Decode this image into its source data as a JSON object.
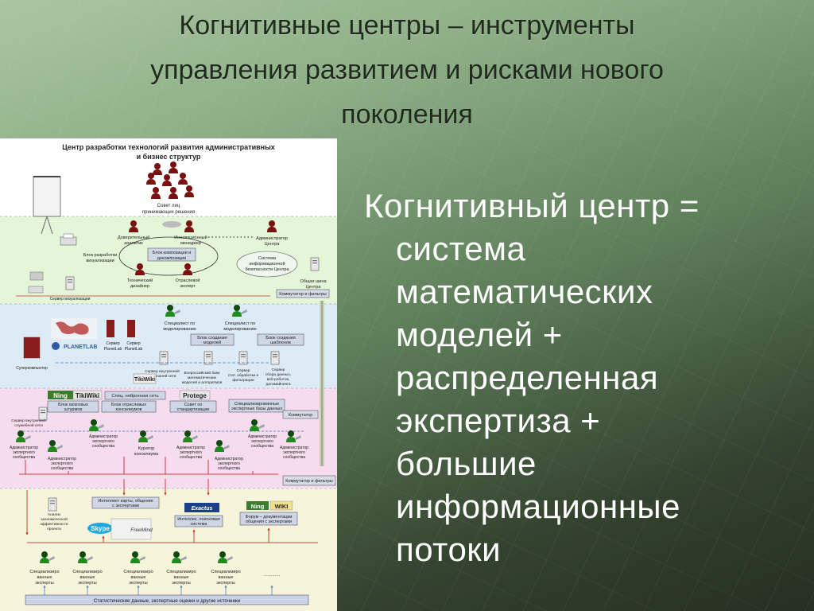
{
  "title": {
    "line1": "Когнитивные центры – инструменты",
    "line2": "управления развитием и рисками нового",
    "line3": "поколения"
  },
  "definition": {
    "lead": "Когнитивный центр =",
    "lines": [
      "система",
      "математических",
      "моделей +",
      "распределенная",
      "экспертиза +",
      "большие",
      "информационные",
      "потоки"
    ]
  },
  "diagram": {
    "header1": "Центр разработки технологий развития административных",
    "header2": "и бизнес структур",
    "council1": "Совет лиц",
    "council2": "принимающих решения",
    "trusted1": "Доверительный",
    "trusted2": "аналитик",
    "innov1": "Инновационный",
    "innov2": "менеджер",
    "compose1": "Блок композиции и",
    "compose2": "декомпозиции",
    "admin1": "Администратор",
    "admin2": "Центра",
    "security1": "Система",
    "security2": "информационной",
    "security3": "безопасности Центра",
    "vis1": "Блок разработки",
    "vis2": "визуализации",
    "tech1": "Технический",
    "tech2": "дизайнер",
    "industry1": "Отраслевой",
    "industry2": "эксперт",
    "server_vis": "Сервер визуализации",
    "bus1": "Общая шина",
    "bus2": "Центра",
    "switch": "Коммутатор и фильтры",
    "modeling1": "Специалист по",
    "modeling2": "моделированию",
    "model_block1": "Блок создания",
    "model_block2": "моделей",
    "template_block1": "Блок создания",
    "template_block2": "шаблонов",
    "server_a": "Сервер",
    "server_b": "PlanetLab",
    "planetlab": "PLANETLAB",
    "supercomputer": "Суперкомпьютер",
    "net_server1": "Сервер внутренней",
    "net_server2": "и внешней сети",
    "bank1": "Всероссийский банк",
    "bank2": "математических",
    "bank3": "моделей и алгоритмов",
    "stat1": "Сервер",
    "stat2": "стат. обработки и",
    "stat3": "фильтрации",
    "collect1": "Сервер",
    "collect2": "сбора данных,",
    "collect3": "веб-роботов,",
    "collect4": "датамайнинга",
    "ning": "Ning",
    "tikiwiki": "TikiWiki",
    "neuro": "Спец. нейронная сеть",
    "protege": "Protege",
    "brainstorm1": "Блок мозговых",
    "brainstorm2": "штурмов",
    "branch1": "Блок отраслевых",
    "branch2": "консилиумов",
    "standards1": "Совет по",
    "standards2": "стандартизации",
    "expert_db1": "Специализированные",
    "expert_db2": "экспертные базы данных",
    "commutator": "Коммутатор",
    "service_server1": "Сервер внутренней",
    "service_server2": "служебной сети",
    "com_admin1": "Администратор",
    "com_admin2": "экспертного",
    "com_admin3": "сообщества",
    "curator1": "Куратор",
    "curator2": "консилиума",
    "intellect_map1": "Интеллект карты, общение",
    "intellect_map2": "с экспертами",
    "exactus": "Exactus",
    "intellect_search1": "Интеллек. поисковая",
    "intellect_search2": "система",
    "wiki": "WIKI",
    "forum1": "Форум – документации",
    "forum2": "общения с экспертами",
    "econ1": "Анализ",
    "econ2": "экономической",
    "econ3": "эффективности",
    "econ4": "проекта",
    "skype": "Skype",
    "freemind": "FreeMind",
    "spec1": "Специализиро",
    "spec2": "ванные",
    "spec3": "эксперты",
    "dots": "………",
    "stats": "Статистические данные, экспертные оценки и другие источники"
  }
}
